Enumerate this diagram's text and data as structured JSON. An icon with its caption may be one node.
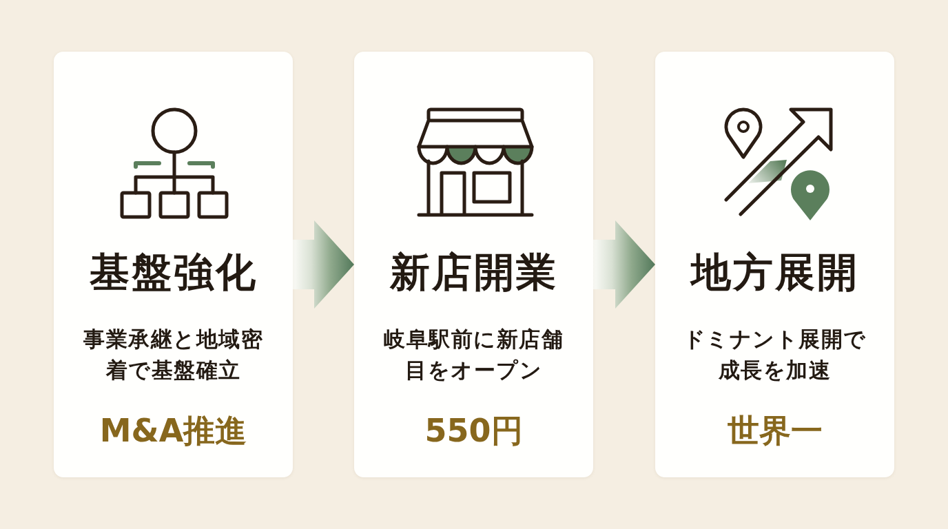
{
  "diagram": {
    "nodes": [
      {
        "text": [
          "基盤強化",
          "事業承継と地域密着で基盤確立",
          "M&A推進"
        ]
      },
      {
        "text": [
          "新店開業",
          "岐阜駅前に新店舗目をオープン",
          "550円"
        ]
      },
      {
        "text": [
          "地方展開",
          "ドミナント展開で成長を加速",
          "世界一"
        ]
      }
    ],
    "edges": [
      {
        "from": 0,
        "to": 1,
        "arrow": "to"
      },
      {
        "from": 1,
        "to": 2,
        "arrow": "to"
      }
    ]
  }
}
